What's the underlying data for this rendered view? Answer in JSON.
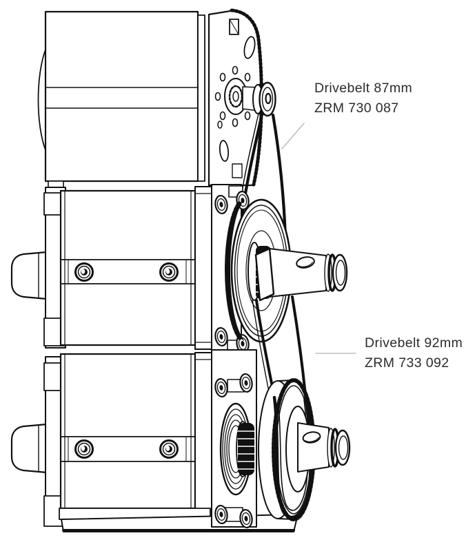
{
  "figure": {
    "type": "technical-line-drawing",
    "subject": "Stacked motor and gearbox assembly, side view, with two toothed drive pulleys connected by drive belts"
  },
  "annotations": {
    "belt87": {
      "line1": "Drivebelt 87mm",
      "line2": "ZRM 730 087"
    },
    "belt92": {
      "line1": "Drivebelt 92mm",
      "line2": "ZRM 733 092"
    }
  },
  "colors": {
    "ink": "#111111",
    "leader": "#bdbdbd",
    "text": "#2b2b2b",
    "background": "#ffffff"
  }
}
